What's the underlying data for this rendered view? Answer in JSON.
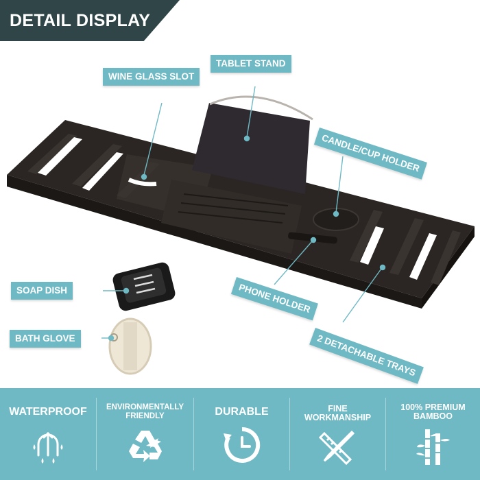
{
  "header": {
    "title": "DETAIL DISPLAY"
  },
  "callouts": {
    "wine_glass_slot": "WINE GLASS SLOT",
    "tablet_stand": "TABLET STAND",
    "candle_cup_holder": "CANDLE/CUP HOLDER",
    "soap_dish": "SOAP DISH",
    "phone_holder": "PHONE HOLDER",
    "bath_glove": "BATH GLOVE",
    "detachable_trays": "2 DETACHABLE TRAYS"
  },
  "features": [
    {
      "label": "WATERPROOF",
      "icon": "waterproof-icon"
    },
    {
      "label_line1": "ENVIRONMENTALLY",
      "label_line2": "FRIENDLY",
      "icon": "recycle-icon"
    },
    {
      "label": "DURABLE",
      "icon": "clock-arrow-icon"
    },
    {
      "label_line1": "FINE",
      "label_line2": "WORKMANSHIP",
      "icon": "pencil-ruler-icon"
    },
    {
      "label_line1": "100% PREMIUM",
      "label_line2": "BAMBOO",
      "icon": "bamboo-icon"
    }
  ],
  "colors": {
    "accent": "#6fb9c4",
    "header_bg": "#2f4548",
    "product": "#2b2623"
  }
}
